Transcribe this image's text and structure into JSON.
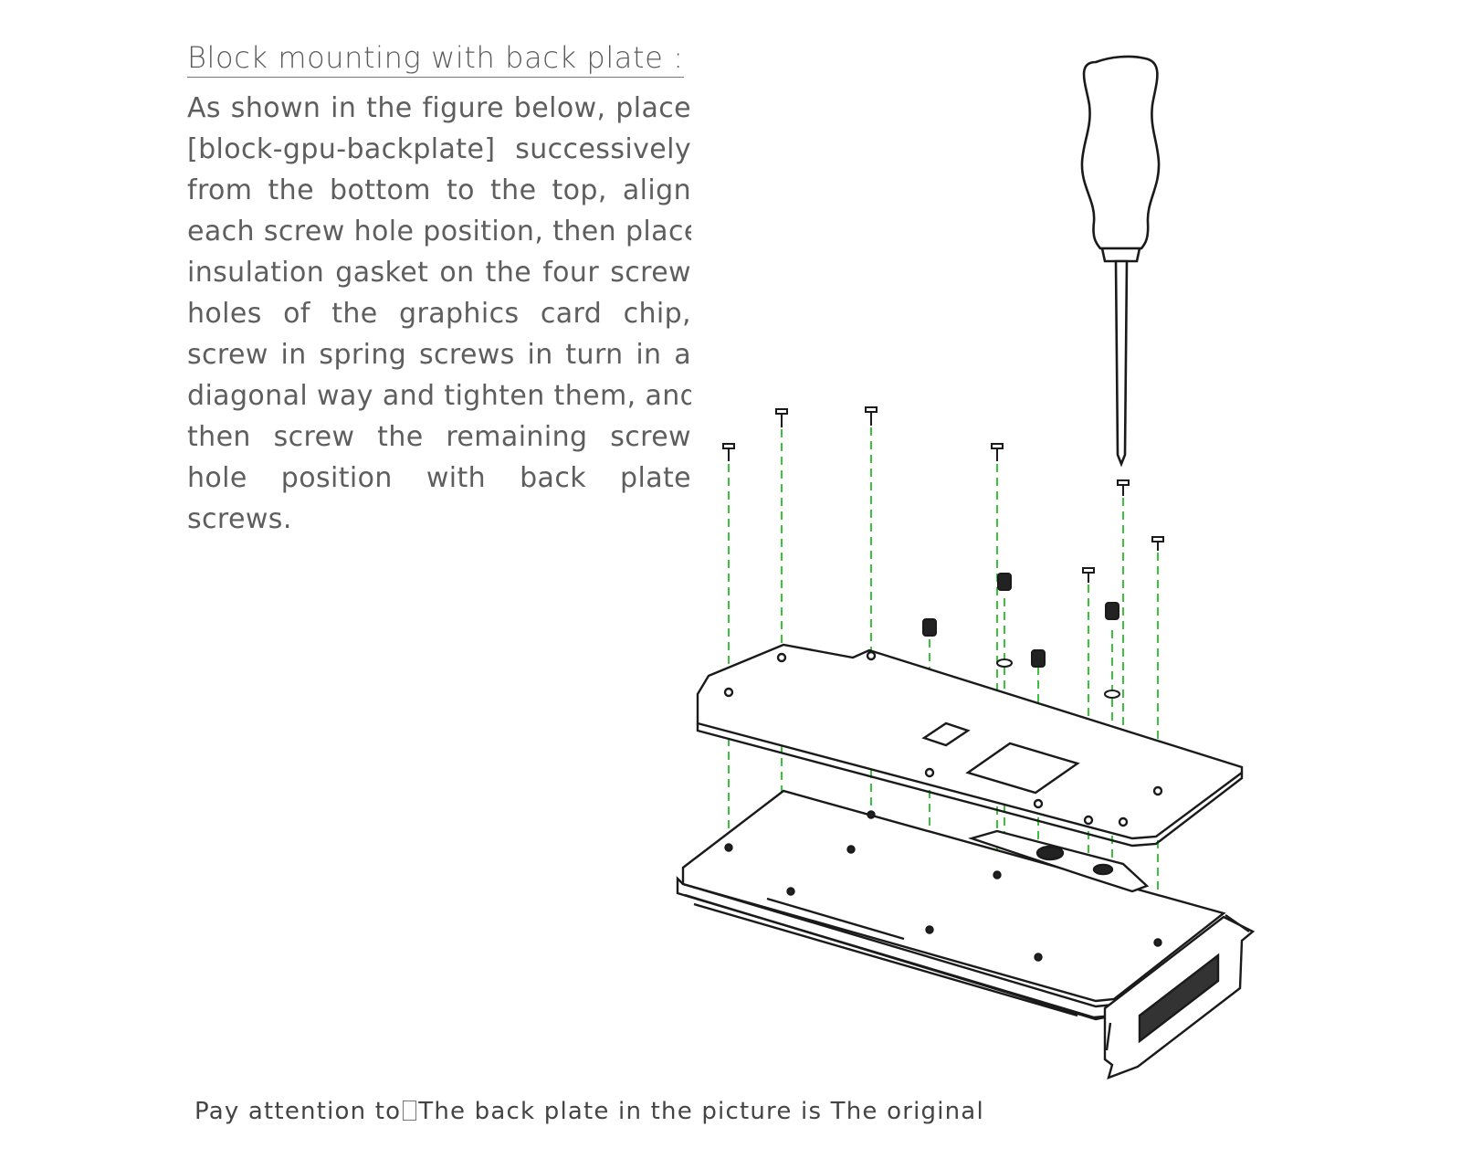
{
  "heading": "Block mounting with back plate :",
  "instructions": [
    "As shown in the figure below, place",
    "[block-gpu-backplate]  successively",
    "from the bottom to the top, align",
    "each screw hole position, then place",
    "insulation gasket on the four screw",
    "holes of the graphics card chip,",
    "screw in spring screws in turn in a",
    "diagonal way and tighten them, and",
    "then screw the remaining screw",
    "hole position with back plate",
    "screws."
  ],
  "note": {
    "prefix": "Pay attention to",
    "text": "The back plate in the picture is  The original"
  },
  "colors": {
    "line_art": "#1a1a1a",
    "guide_lines": "#3cc23c",
    "text": "#5e5e5e"
  }
}
